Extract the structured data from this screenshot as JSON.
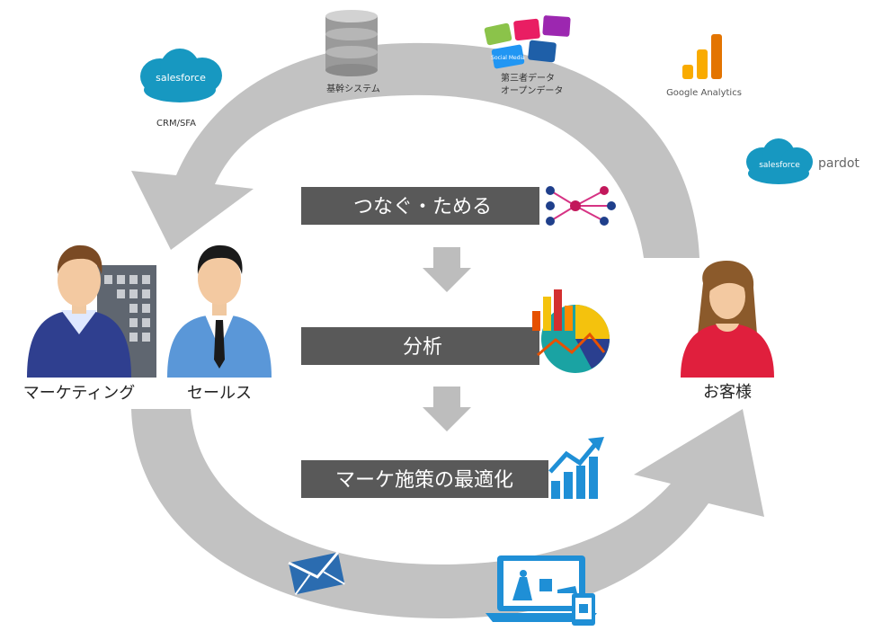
{
  "diagram": {
    "top_sources": {
      "salesforce_logo_text": "salesforce",
      "salesforce_caption": "CRM/SFA",
      "core_system_caption": "基幹システム",
      "third_party_caption_line1": "第三者データ",
      "third_party_caption_line2": "オープンデータ",
      "social_badge_text": "Social Media",
      "google_analytics_caption": "Google Analytics",
      "pardot_logo_text": "salesforce",
      "pardot_word": "pardot"
    },
    "steps": [
      {
        "label": "つなぐ・ためる"
      },
      {
        "label": "分析"
      },
      {
        "label": "マーケ施策の最適化"
      }
    ],
    "people": {
      "marketing": "マーケティング",
      "sales": "セールス",
      "customer": "お客様"
    },
    "colors": {
      "arrow": "#c2c2c2",
      "bar": "#595959",
      "salesforce_blue": "#1798c1",
      "accent_blue": "#1f8fd6",
      "email_blue": "#2b6cb0"
    }
  }
}
